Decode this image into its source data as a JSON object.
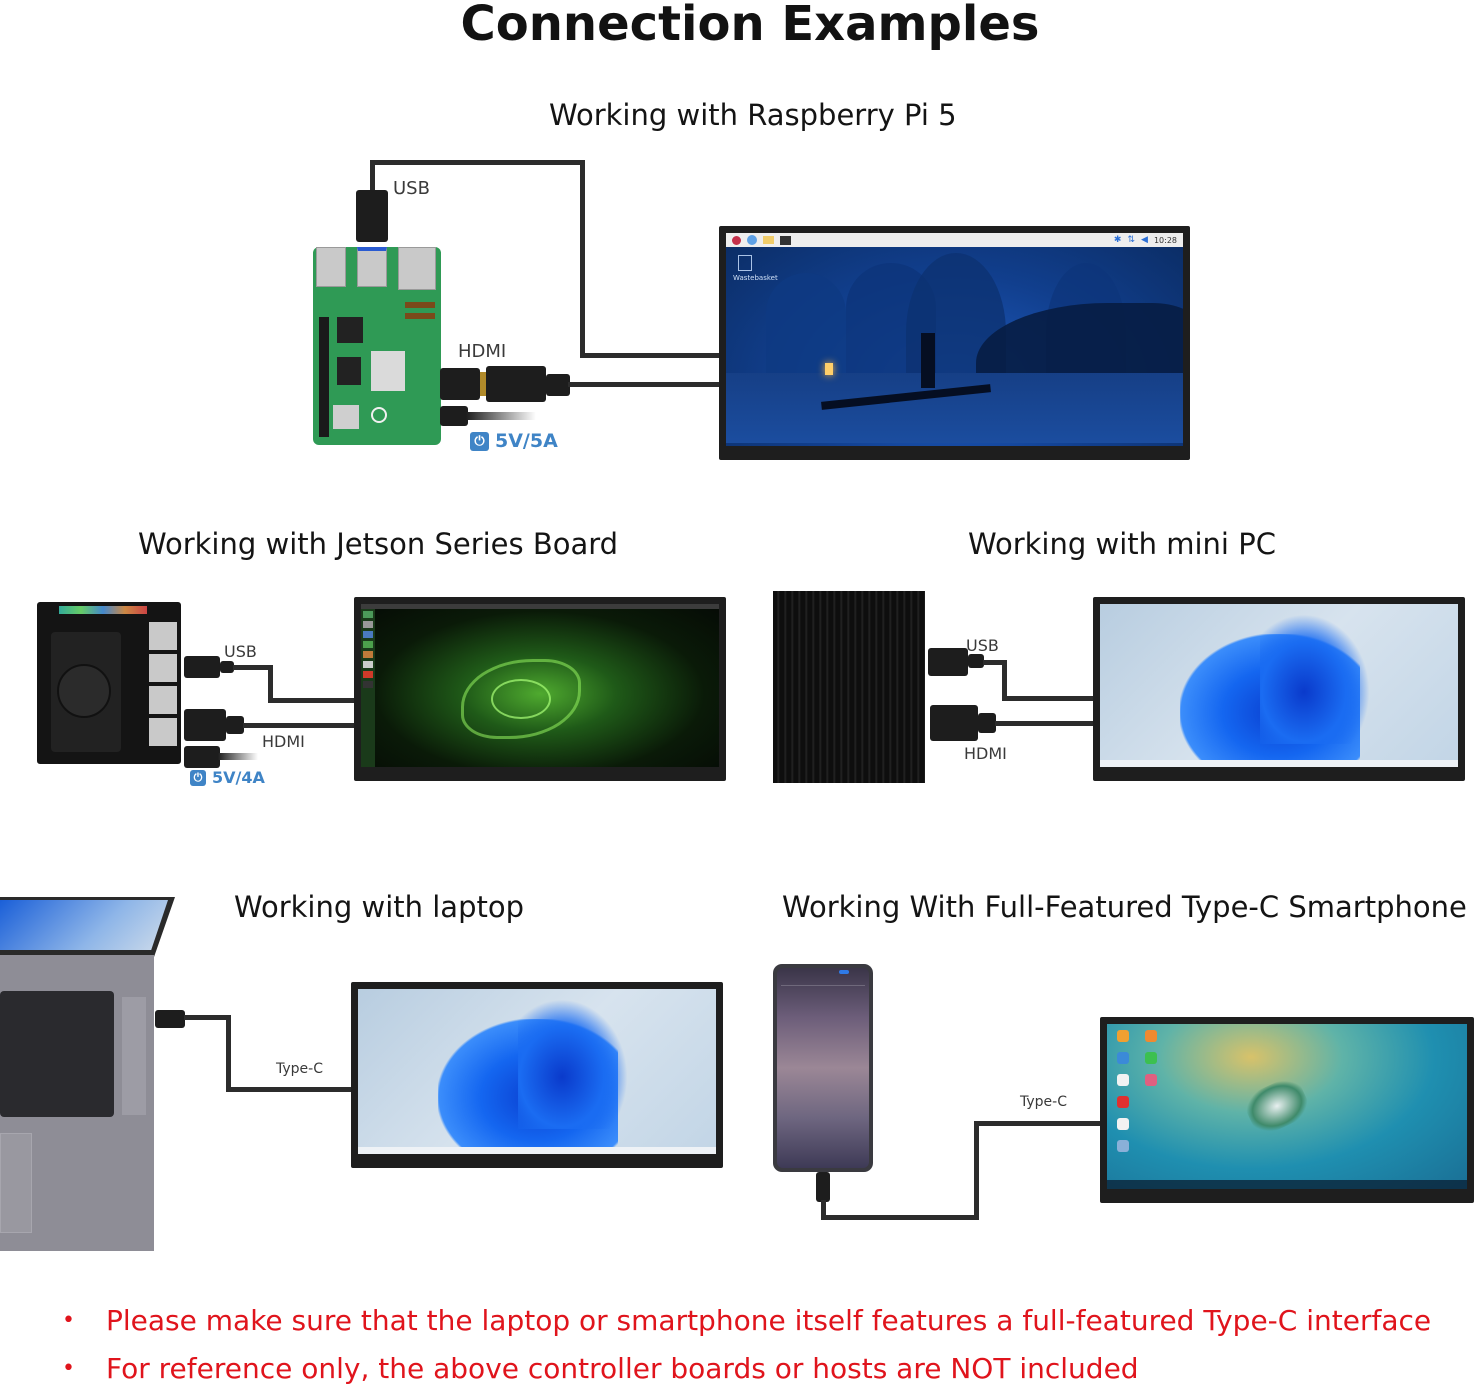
{
  "page": {
    "title": "Connection Examples"
  },
  "sections": {
    "raspberry_pi": {
      "title": "Working with Raspberry Pi 5",
      "labels": {
        "usb": "USB",
        "hdmi": "HDMI",
        "power": "5V/5A"
      },
      "screen": {
        "taskbar_time": "10:28",
        "desktop_icon_label": "Wastebasket",
        "taskbar_icons": [
          "raspberry-menu-icon",
          "browser-icon",
          "folder-icon",
          "terminal-icon"
        ],
        "tray_icons": [
          "bluetooth-icon",
          "network-icon",
          "volume-icon"
        ]
      }
    },
    "jetson": {
      "title": "Working with Jetson Series Board",
      "labels": {
        "usb": "USB",
        "hdmi": "HDMI",
        "power": "5V/4A"
      }
    },
    "mini_pc": {
      "title": "Working with mini PC",
      "labels": {
        "usb": "USB",
        "hdmi": "HDMI"
      }
    },
    "laptop": {
      "title": "Working with laptop",
      "labels": {
        "typec": "Type-C"
      }
    },
    "smartphone": {
      "title": "Working With Full-Featured Type-C Smartphone",
      "labels": {
        "typec": "Type-C"
      }
    }
  },
  "notes": [
    "Please make sure that the laptop or smartphone itself features a full-featured Type-C interface",
    "For reference only, the above controller boards or hosts are NOT included"
  ],
  "colors": {
    "note_red": "#e0141c",
    "power_blue": "#3f84c6",
    "cable": "#2c2c2c"
  }
}
